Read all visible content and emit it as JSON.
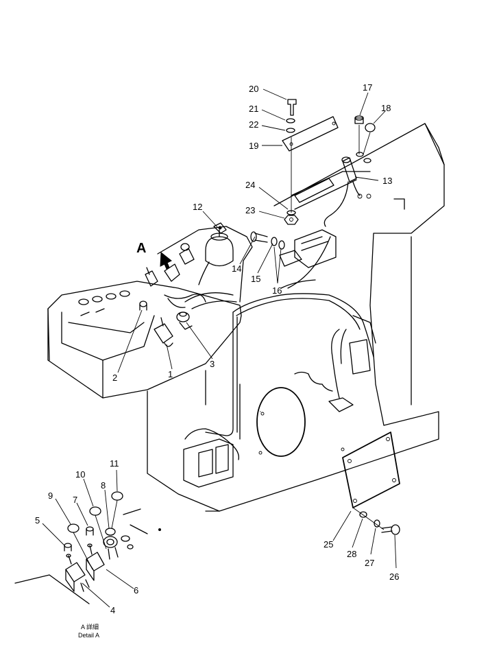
{
  "callouts": [
    "20",
    "21",
    "22",
    "19",
    "17",
    "18",
    "13",
    "24",
    "23",
    "12",
    "A",
    "14",
    "15",
    "16",
    "2",
    "1",
    "3",
    "11",
    "10",
    "9",
    "7",
    "8",
    "5",
    "6",
    "4",
    "25",
    "28",
    "27",
    "26"
  ],
  "detail_caption": {
    "line1": "A 詳細",
    "line2": "Detail A"
  }
}
